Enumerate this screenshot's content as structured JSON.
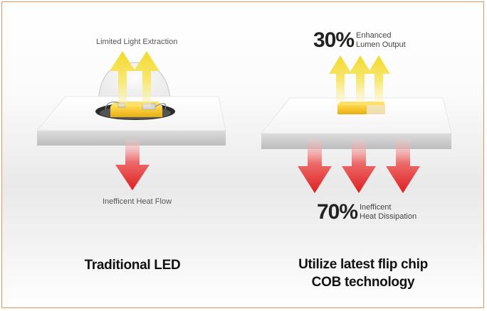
{
  "left": {
    "top_label": "Limited Light Extraction",
    "bottom_label": "Inefficent Heat Flow",
    "caption": "Traditional LED"
  },
  "right": {
    "top_percent": "30%",
    "top_desc_line1": "Enhanced",
    "top_desc_line2": "Lumen Output",
    "bottom_percent": "70%",
    "bottom_desc_line1": "Inefficent",
    "bottom_desc_line2": "Heat Dissipation",
    "caption_line1": "Utilize latest flip chip",
    "caption_line2": "COB technology"
  },
  "colors": {
    "border": "#e8925a",
    "light_arrow": "#f6e24a",
    "heat_arrow": "#e52a2a",
    "chip": "#f5c42b"
  }
}
